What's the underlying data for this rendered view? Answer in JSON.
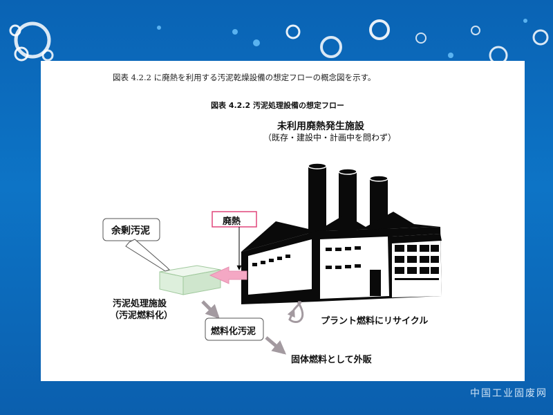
{
  "caption": "図表 4.2.2 に廃熱を利用する汚泥乾燥設備の想定フローの概念図を示す。",
  "figure_title": "図表 4.2.2 汚泥処理設備の想定フロー",
  "factory": {
    "title": "未利用廃熱発生施設",
    "subtitle": "（既存・建設中・計画中を問わず）"
  },
  "labels": {
    "surplus_sludge": "余剰汚泥",
    "waste_heat": "廃熱",
    "facility_line1": "汚泥処理施設",
    "facility_line2": "（汚泥燃料化）",
    "recycle": "プラント燃料にリサイクル",
    "sludge_fuel": "燃料化汚泥",
    "solid_fuel": "固体燃料として外販"
  },
  "colors": {
    "waste_heat_border": "#e0457a",
    "waste_heat_arrow": "#f4a8c4",
    "box_fill": "#ddefdc",
    "box_border": "#9fc89c",
    "factory": "#0a0a0a",
    "flow_arrow": "#a39aa0"
  },
  "watermark": "中国工业固废网"
}
